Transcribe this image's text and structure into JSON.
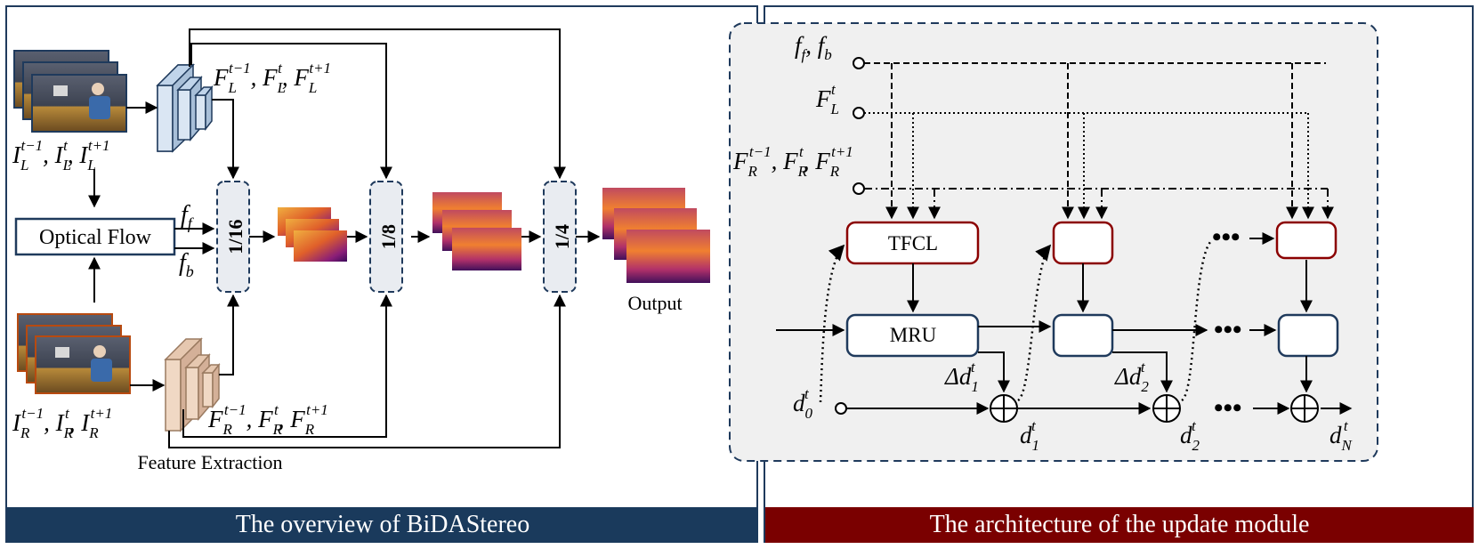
{
  "left_panel": {
    "caption": "The overview of BiDAStereo",
    "optical_flow_label": "Optical Flow",
    "feature_extraction_label": "Feature Extraction",
    "output_label": "Output",
    "scales": [
      "1/16",
      "1/8",
      "1/4"
    ],
    "flow_labels": {
      "forward": "f",
      "forward_sub": "f",
      "backward": "f",
      "backward_sub": "b"
    },
    "input_left": {
      "base": "I",
      "sub": "L",
      "sups": [
        "t−1",
        "t",
        "t+1"
      ]
    },
    "input_right": {
      "base": "I",
      "sub": "R",
      "sups": [
        "t−1",
        "t",
        "t+1"
      ]
    },
    "feat_left": {
      "base": "F",
      "sub": "L",
      "sups": [
        "t−1",
        "t",
        "t+1"
      ]
    },
    "feat_right": {
      "base": "F",
      "sub": "R",
      "sups": [
        "t−1",
        "t",
        "t+1"
      ]
    }
  },
  "right_panel": {
    "caption": "The architecture of the update module",
    "tfcl_label": "TFCL",
    "mru_label": "MRU",
    "inputs": {
      "flows": {
        "f": "f",
        "f_sub": "f",
        "b": "f",
        "b_sub": "b"
      },
      "feat_left": {
        "base": "F",
        "sub": "L",
        "sup": "t"
      },
      "feat_right": {
        "base": "F",
        "sub": "R",
        "sups": [
          "t−1",
          "t",
          "t+1"
        ]
      }
    },
    "disparity": {
      "d0": {
        "base": "d",
        "sub": "0",
        "sup": "t"
      },
      "delta1": {
        "base": "Δd",
        "sub": "1",
        "sup": "t"
      },
      "delta2": {
        "base": "Δd",
        "sub": "2",
        "sup": "t"
      },
      "d1": {
        "base": "d",
        "sub": "1",
        "sup": "t"
      },
      "d2": {
        "base": "d",
        "sub": "2",
        "sup": "t"
      },
      "dN": {
        "base": "d",
        "sub": "N",
        "sup": "t"
      }
    },
    "ellipsis": "•••"
  },
  "colors": {
    "navy": "#1f3a5c",
    "dark_red": "#8b0000",
    "caption_left_bg": "#1a3a5c",
    "caption_right_bg": "#7a0000",
    "scale_box_fill": "#e9ecf1",
    "module_bg": "#f0f0f0"
  }
}
